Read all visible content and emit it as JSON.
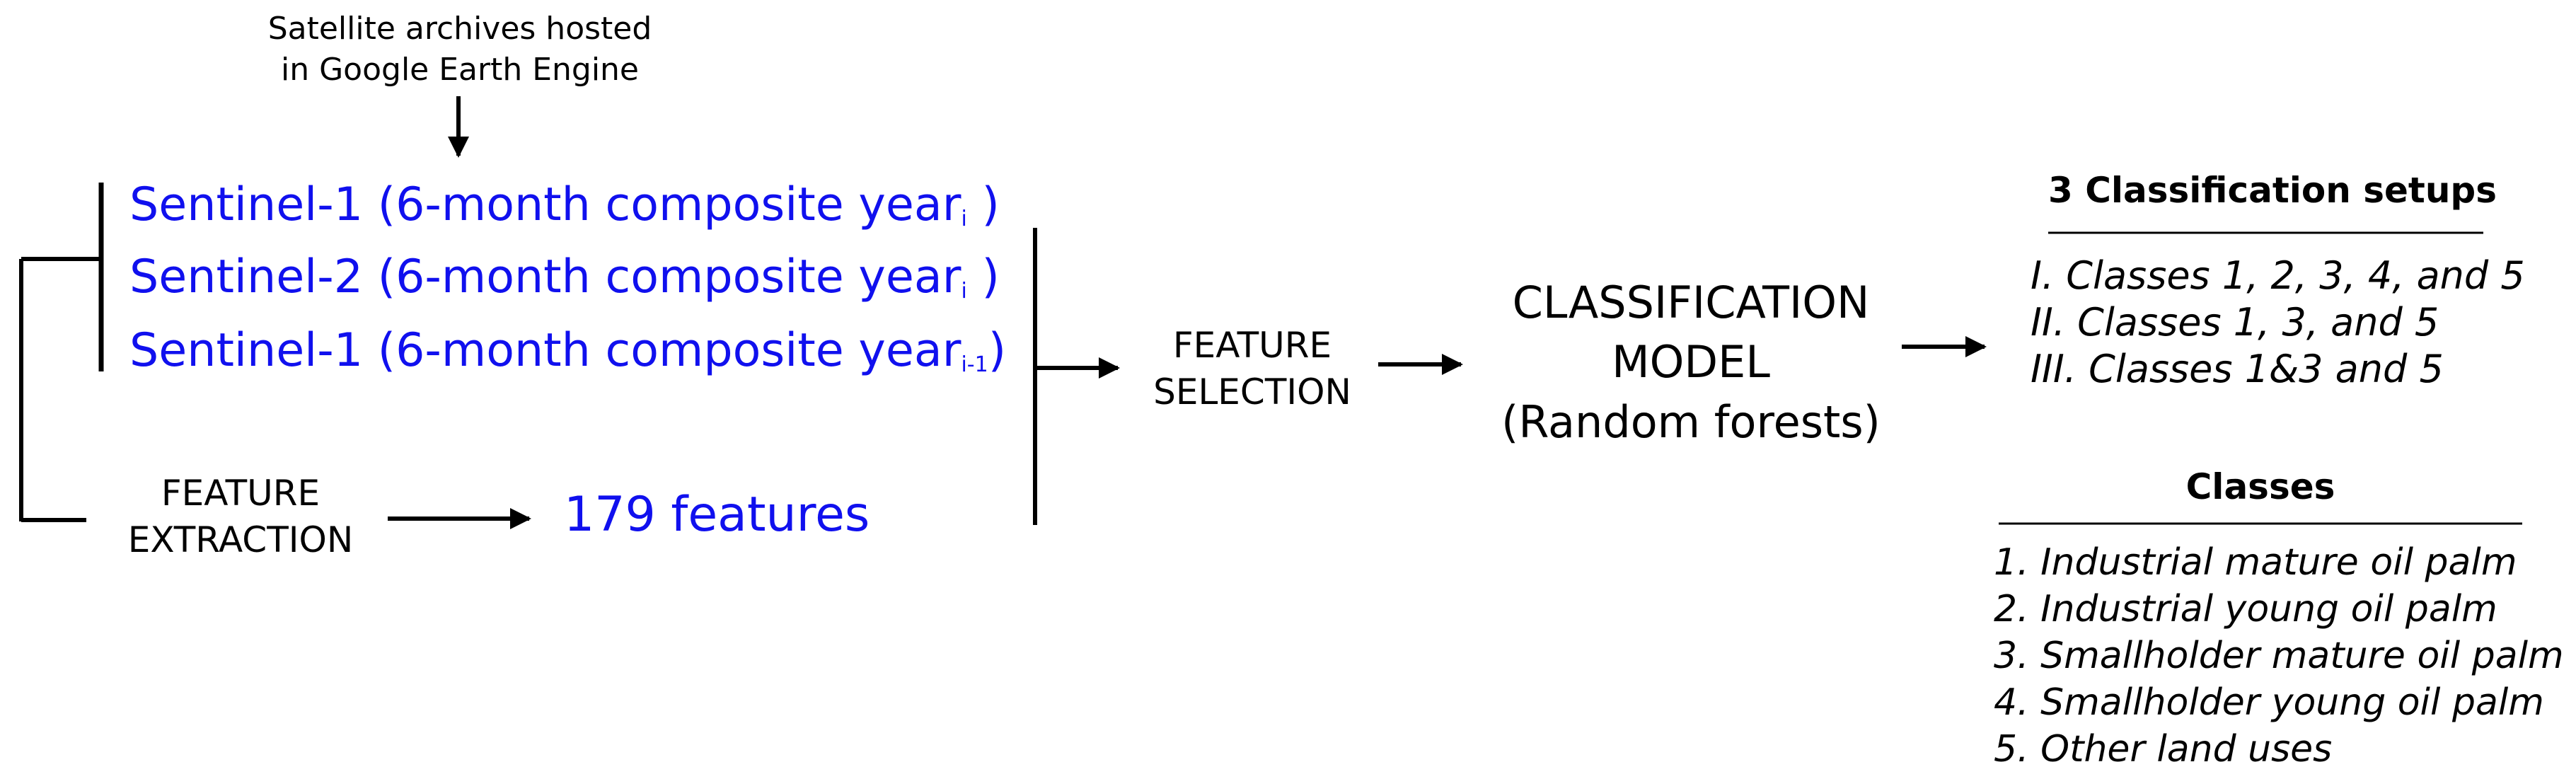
{
  "source": {
    "caption_line1": "Satellite archives hosted",
    "caption_line2": "in Google Earth Engine"
  },
  "sensors": [
    {
      "text": "Sentinel-1 (6-month composite year",
      "sub": "i",
      "close": " )"
    },
    {
      "text": "Sentinel-2 (6-month composite year",
      "sub": "i",
      "close": " )"
    },
    {
      "text": "Sentinel-1 (6-month composite year",
      "sub": "i-1",
      "close": ")"
    }
  ],
  "feature_extraction": {
    "line1": "FEATURE",
    "line2": "EXTRACTION"
  },
  "features_count": "179 features",
  "feature_selection": {
    "line1": "FEATURE",
    "line2": "SELECTION"
  },
  "model": {
    "title_line1": "CLASSIFICATION",
    "title_line2": "MODEL",
    "subtitle": "(Random forests)"
  },
  "setups": {
    "header": "3 Classification setups",
    "items": [
      "I. Classes 1, 2, 3, 4, and 5",
      "II. Classes 1, 3, and 5",
      "III. Classes 1&3 and 5"
    ]
  },
  "classes": {
    "header": "Classes",
    "items": [
      "1. Industrial mature oil palm",
      "2. Industrial young oil palm",
      "3. Smallholder mature oil palm",
      "4. Smallholder young oil palm",
      "5. Other land uses"
    ]
  },
  "colors": {
    "sensor_text": "#1010ee",
    "lines": "#000000"
  }
}
